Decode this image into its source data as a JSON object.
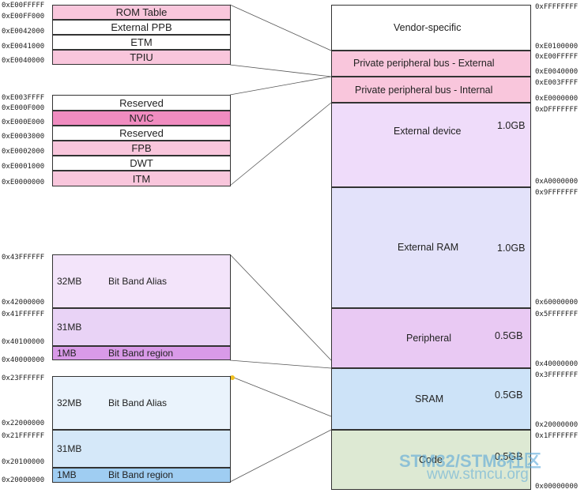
{
  "main_map": {
    "segments": [
      {
        "name": "Vendor-specific",
        "size": "",
        "color": "#ffffff"
      },
      {
        "name": "Private peripheral bus - External",
        "size": "",
        "color": "#f9c6dc"
      },
      {
        "name": "Private peripheral bus - Internal",
        "size": "",
        "color": "#f9c6dc"
      },
      {
        "name": "External device",
        "size": "1.0GB",
        "color": "#efdcfa"
      },
      {
        "name": "External RAM",
        "size": "1.0GB",
        "color": "#e3e2fa"
      },
      {
        "name": "Peripheral",
        "size": "0.5GB",
        "color": "#e9c9f3"
      },
      {
        "name": "SRAM",
        "size": "0.5GB",
        "color": "#cde3f8"
      },
      {
        "name": "Code",
        "size": "0.5GB",
        "color": "#dde9d3"
      }
    ],
    "addresses": [
      "0xFFFFFFFF",
      "0xE0100000",
      "0xE00FFFFF",
      "0xE0040000",
      "0xE003FFFF",
      "0xE0000000",
      "0xDFFFFFFF",
      "0xA0000000",
      "0x9FFFFFFF",
      "0x60000000",
      "0x5FFFFFFF",
      "0x40000000",
      "0x3FFFFFFF",
      "0x20000000",
      "0x1FFFFFFF",
      "0x00000000"
    ]
  },
  "ext_ppb": {
    "rows": [
      {
        "label": "ROM Table",
        "color": "#f9c6dc"
      },
      {
        "label": "External PPB",
        "color": "#ffffff"
      },
      {
        "label": "ETM",
        "color": "#ffffff"
      },
      {
        "label": "TPIU",
        "color": "#f9c6dc"
      }
    ],
    "addresses": [
      "0xE00FFFFF",
      "0xE00FF000",
      "0xE0042000",
      "0xE0041000",
      "0xE0040000"
    ]
  },
  "int_ppb": {
    "rows": [
      {
        "label": "Reserved",
        "color": "#ffffff"
      },
      {
        "label": "NVIC",
        "color": "#f08cc0"
      },
      {
        "label": "Reserved",
        "color": "#ffffff"
      },
      {
        "label": "FPB",
        "color": "#f9c6dc"
      },
      {
        "label": "DWT",
        "color": "#ffffff"
      },
      {
        "label": "ITM",
        "color": "#f9c6dc"
      }
    ],
    "addresses": [
      "0xE003FFFF",
      "0xE000F000",
      "0xE000E000",
      "0xE0003000",
      "0xE0002000",
      "0xE0001000",
      "0xE0000000"
    ]
  },
  "periph_bitband": {
    "alias_size": "32MB",
    "alias_label": "Bit Band Alias",
    "mid_size": "31MB",
    "region_size": "1MB",
    "region_label": "Bit Band region",
    "colors": {
      "alias": "#f3e4fa",
      "mid": "#e9d3f6",
      "region": "#d99ae8"
    },
    "addresses": [
      "0x43FFFFFF",
      "0x42000000",
      "0x41FFFFFF",
      "0x40100000",
      "0x40000000"
    ]
  },
  "sram_bitband": {
    "alias_size": "32MB",
    "alias_label": "Bit Band Alias",
    "mid_size": "31MB",
    "region_size": "1MB",
    "region_label": "Bit Band region",
    "colors": {
      "alias": "#eaf3fc",
      "mid": "#d5e8f9",
      "region": "#9fcdf2"
    },
    "addresses": [
      "0x23FFFFFF",
      "0x22000000",
      "0x21FFFFFF",
      "0x20100000",
      "0x20000000"
    ]
  },
  "watermark": {
    "line1": "STM32/STM8社区",
    "line2": "www.stmcu.org"
  }
}
